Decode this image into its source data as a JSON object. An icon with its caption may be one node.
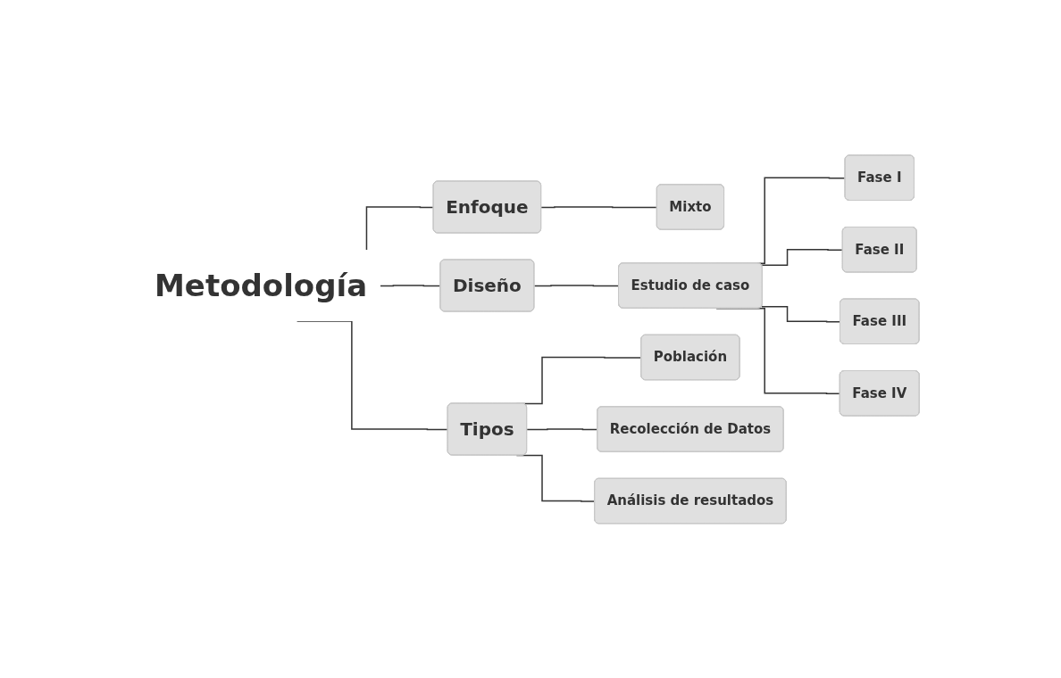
{
  "diagram": {
    "nodes": [
      {
        "text": [
          "Metodología"
        ]
      },
      {
        "text": [
          "Enfoque"
        ]
      },
      {
        "text": [
          "Diseño"
        ]
      },
      {
        "text": [
          "Tipos"
        ]
      },
      {
        "text": [
          "Mixto"
        ]
      },
      {
        "text": [
          "Estudio de caso"
        ]
      },
      {
        "text": [
          "Fase I"
        ]
      },
      {
        "text": [
          "Fase II"
        ]
      },
      {
        "text": [
          "Fase III"
        ]
      },
      {
        "text": [
          "Fase IV"
        ]
      },
      {
        "text": [
          "Población"
        ]
      },
      {
        "text": [
          "Recolección de Datos"
        ]
      },
      {
        "text": [
          "Análisis de resultados"
        ]
      }
    ],
    "edges": [
      {
        "from": 0,
        "to": 1,
        "arrow": "none"
      },
      {
        "from": 0,
        "to": 2,
        "arrow": "none"
      },
      {
        "from": 0,
        "to": 3,
        "arrow": "none"
      },
      {
        "from": 1,
        "to": 4,
        "arrow": "none"
      },
      {
        "from": 2,
        "to": 5,
        "arrow": "none"
      },
      {
        "from": 5,
        "to": 6,
        "arrow": "none"
      },
      {
        "from": 5,
        "to": 7,
        "arrow": "none"
      },
      {
        "from": 5,
        "to": 8,
        "arrow": "none"
      },
      {
        "from": 5,
        "to": 9,
        "arrow": "none"
      },
      {
        "from": 3,
        "to": 10,
        "arrow": "none"
      },
      {
        "from": 3,
        "to": 11,
        "arrow": "none"
      },
      {
        "from": 3,
        "to": 12,
        "arrow": "none"
      }
    ]
  }
}
